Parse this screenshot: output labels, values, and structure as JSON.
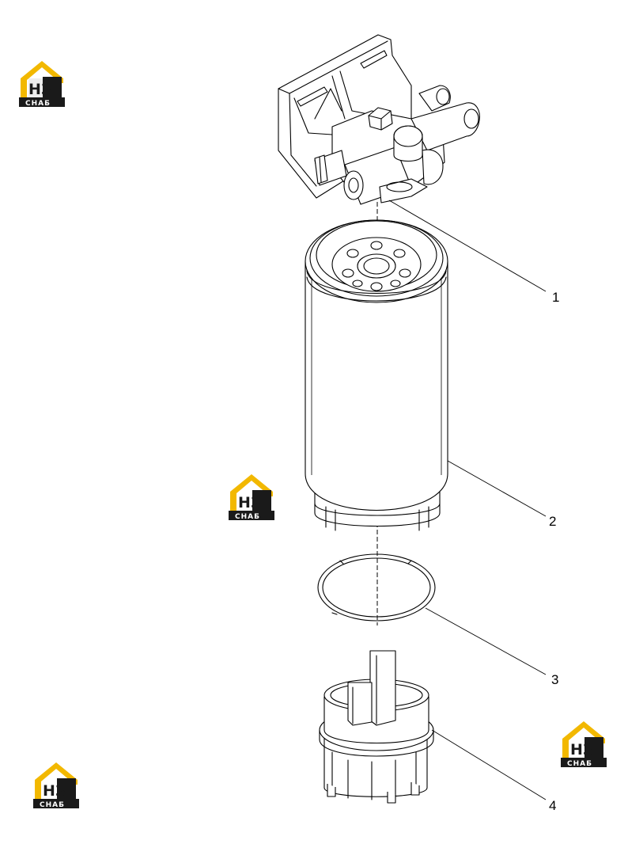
{
  "diagram": {
    "callouts": [
      {
        "number": "1",
        "part": "filter-head"
      },
      {
        "number": "2",
        "part": "filter-cartridge"
      },
      {
        "number": "3",
        "part": "o-ring"
      },
      {
        "number": "4",
        "part": "water-separator-bowl"
      }
    ]
  },
  "watermark": {
    "main_text": "НЗ",
    "sub_text": "СНАБ",
    "colors": {
      "accent": "#f2b800",
      "dark": "#1a1a1a",
      "light": "#ffffff"
    },
    "count": 4
  }
}
